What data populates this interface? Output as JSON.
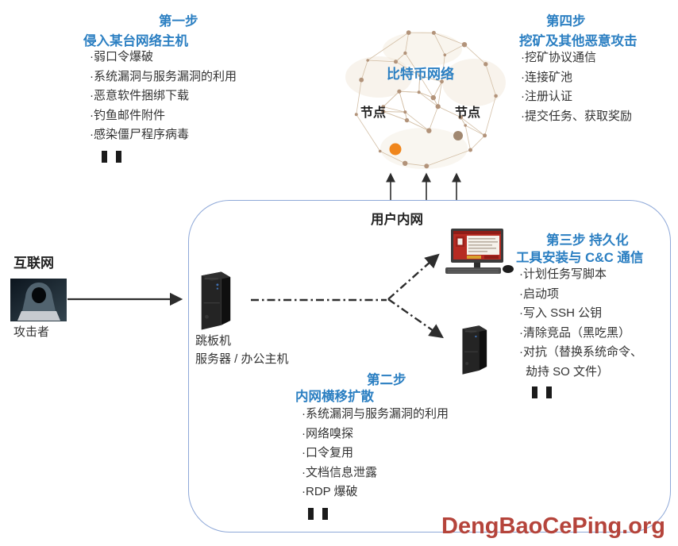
{
  "colors": {
    "accent_blue": "#2b7fc2",
    "body_text": "#333333",
    "box_border": "#8ea8d8",
    "watermark_red": "#b5443b",
    "arrow_black": "#2d2d2d",
    "mesh_line": "#d3bfa6",
    "mesh_node": "#b2937a",
    "node_orange": "#f0861c",
    "node_brown": "#a18871"
  },
  "step1": {
    "title": "第一步",
    "subtitle": "侵入某台网络主机",
    "items": [
      "·弱口令爆破",
      "·系统漏洞与服务漏洞的利用",
      "·恶意软件捆绑下载",
      "·钓鱼邮件附件",
      "·感染僵尸程序病毒"
    ]
  },
  "step2": {
    "title": "第二步",
    "subtitle": "内网横移扩散",
    "items": [
      "·系统漏洞与服务漏洞的利用",
      "·网络嗅探",
      "·口令复用",
      "·文档信息泄露",
      "·RDP 爆破"
    ]
  },
  "step3": {
    "title": "第三步 持久化",
    "subtitle": "工具安装与 C&C 通信",
    "items": [
      "·计划任务写脚本",
      "·启动项",
      "·写入 SSH 公钥",
      "·清除竞品（黑吃黑）",
      "·对抗（替换系统命令、劫持 SO 文件）"
    ]
  },
  "step4": {
    "title": "第四步",
    "subtitle": "挖矿及其他恶意攻击",
    "items": [
      "·挖矿协议通信",
      "·连接矿池",
      "·注册认证",
      "·提交任务、获取奖励"
    ]
  },
  "bitcoin_network": {
    "title": "比特币网络",
    "node_left": "节点",
    "node_right": "节点"
  },
  "intranet": {
    "label": "用户内网"
  },
  "internet": {
    "label": "互联网",
    "attacker_label": "攻击者"
  },
  "jumpbox": {
    "label_line1": "跳板机",
    "label_line2": "服务器 / 办公主机"
  },
  "watermark": "DengBaoCePing.org"
}
